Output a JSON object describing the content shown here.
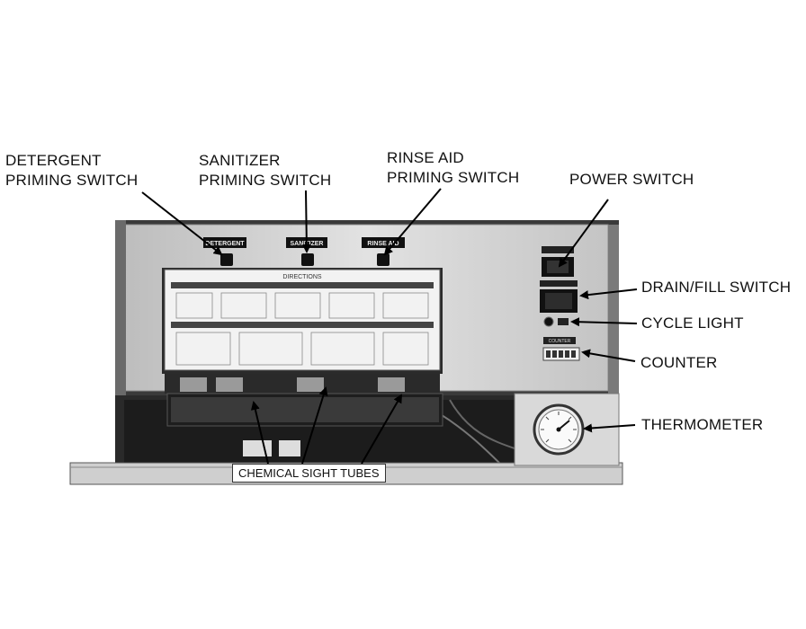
{
  "callouts": {
    "detergent": [
      "DETERGENT",
      "PRIMING SWITCH"
    ],
    "sanitizer": [
      "SANITIZER",
      "PRIMING SWITCH"
    ],
    "rinse_aid": [
      "RINSE AID",
      "PRIMING SWITCH"
    ],
    "power": "POWER SWITCH",
    "drain_fill": "DRAIN/FILL SWITCH",
    "cycle_light": "CYCLE LIGHT",
    "counter": "COUNTER",
    "thermometer": "THERMOMETER",
    "sight_tubes": "CHEMICAL SIGHT TUBES"
  },
  "panel_labels": {
    "detergent": "DETERGENT",
    "sanitizer": "SANITIZER",
    "rinse_aid": "RINSE AID",
    "directions_title": "DIRECTIONS",
    "counter_plate": "COUNTER"
  },
  "colors": {
    "panel": "#d6d6d6",
    "panel_edge": "#8a8a8a",
    "dark": "#1a1a1a",
    "directions_bg": "#f2f2f2"
  }
}
